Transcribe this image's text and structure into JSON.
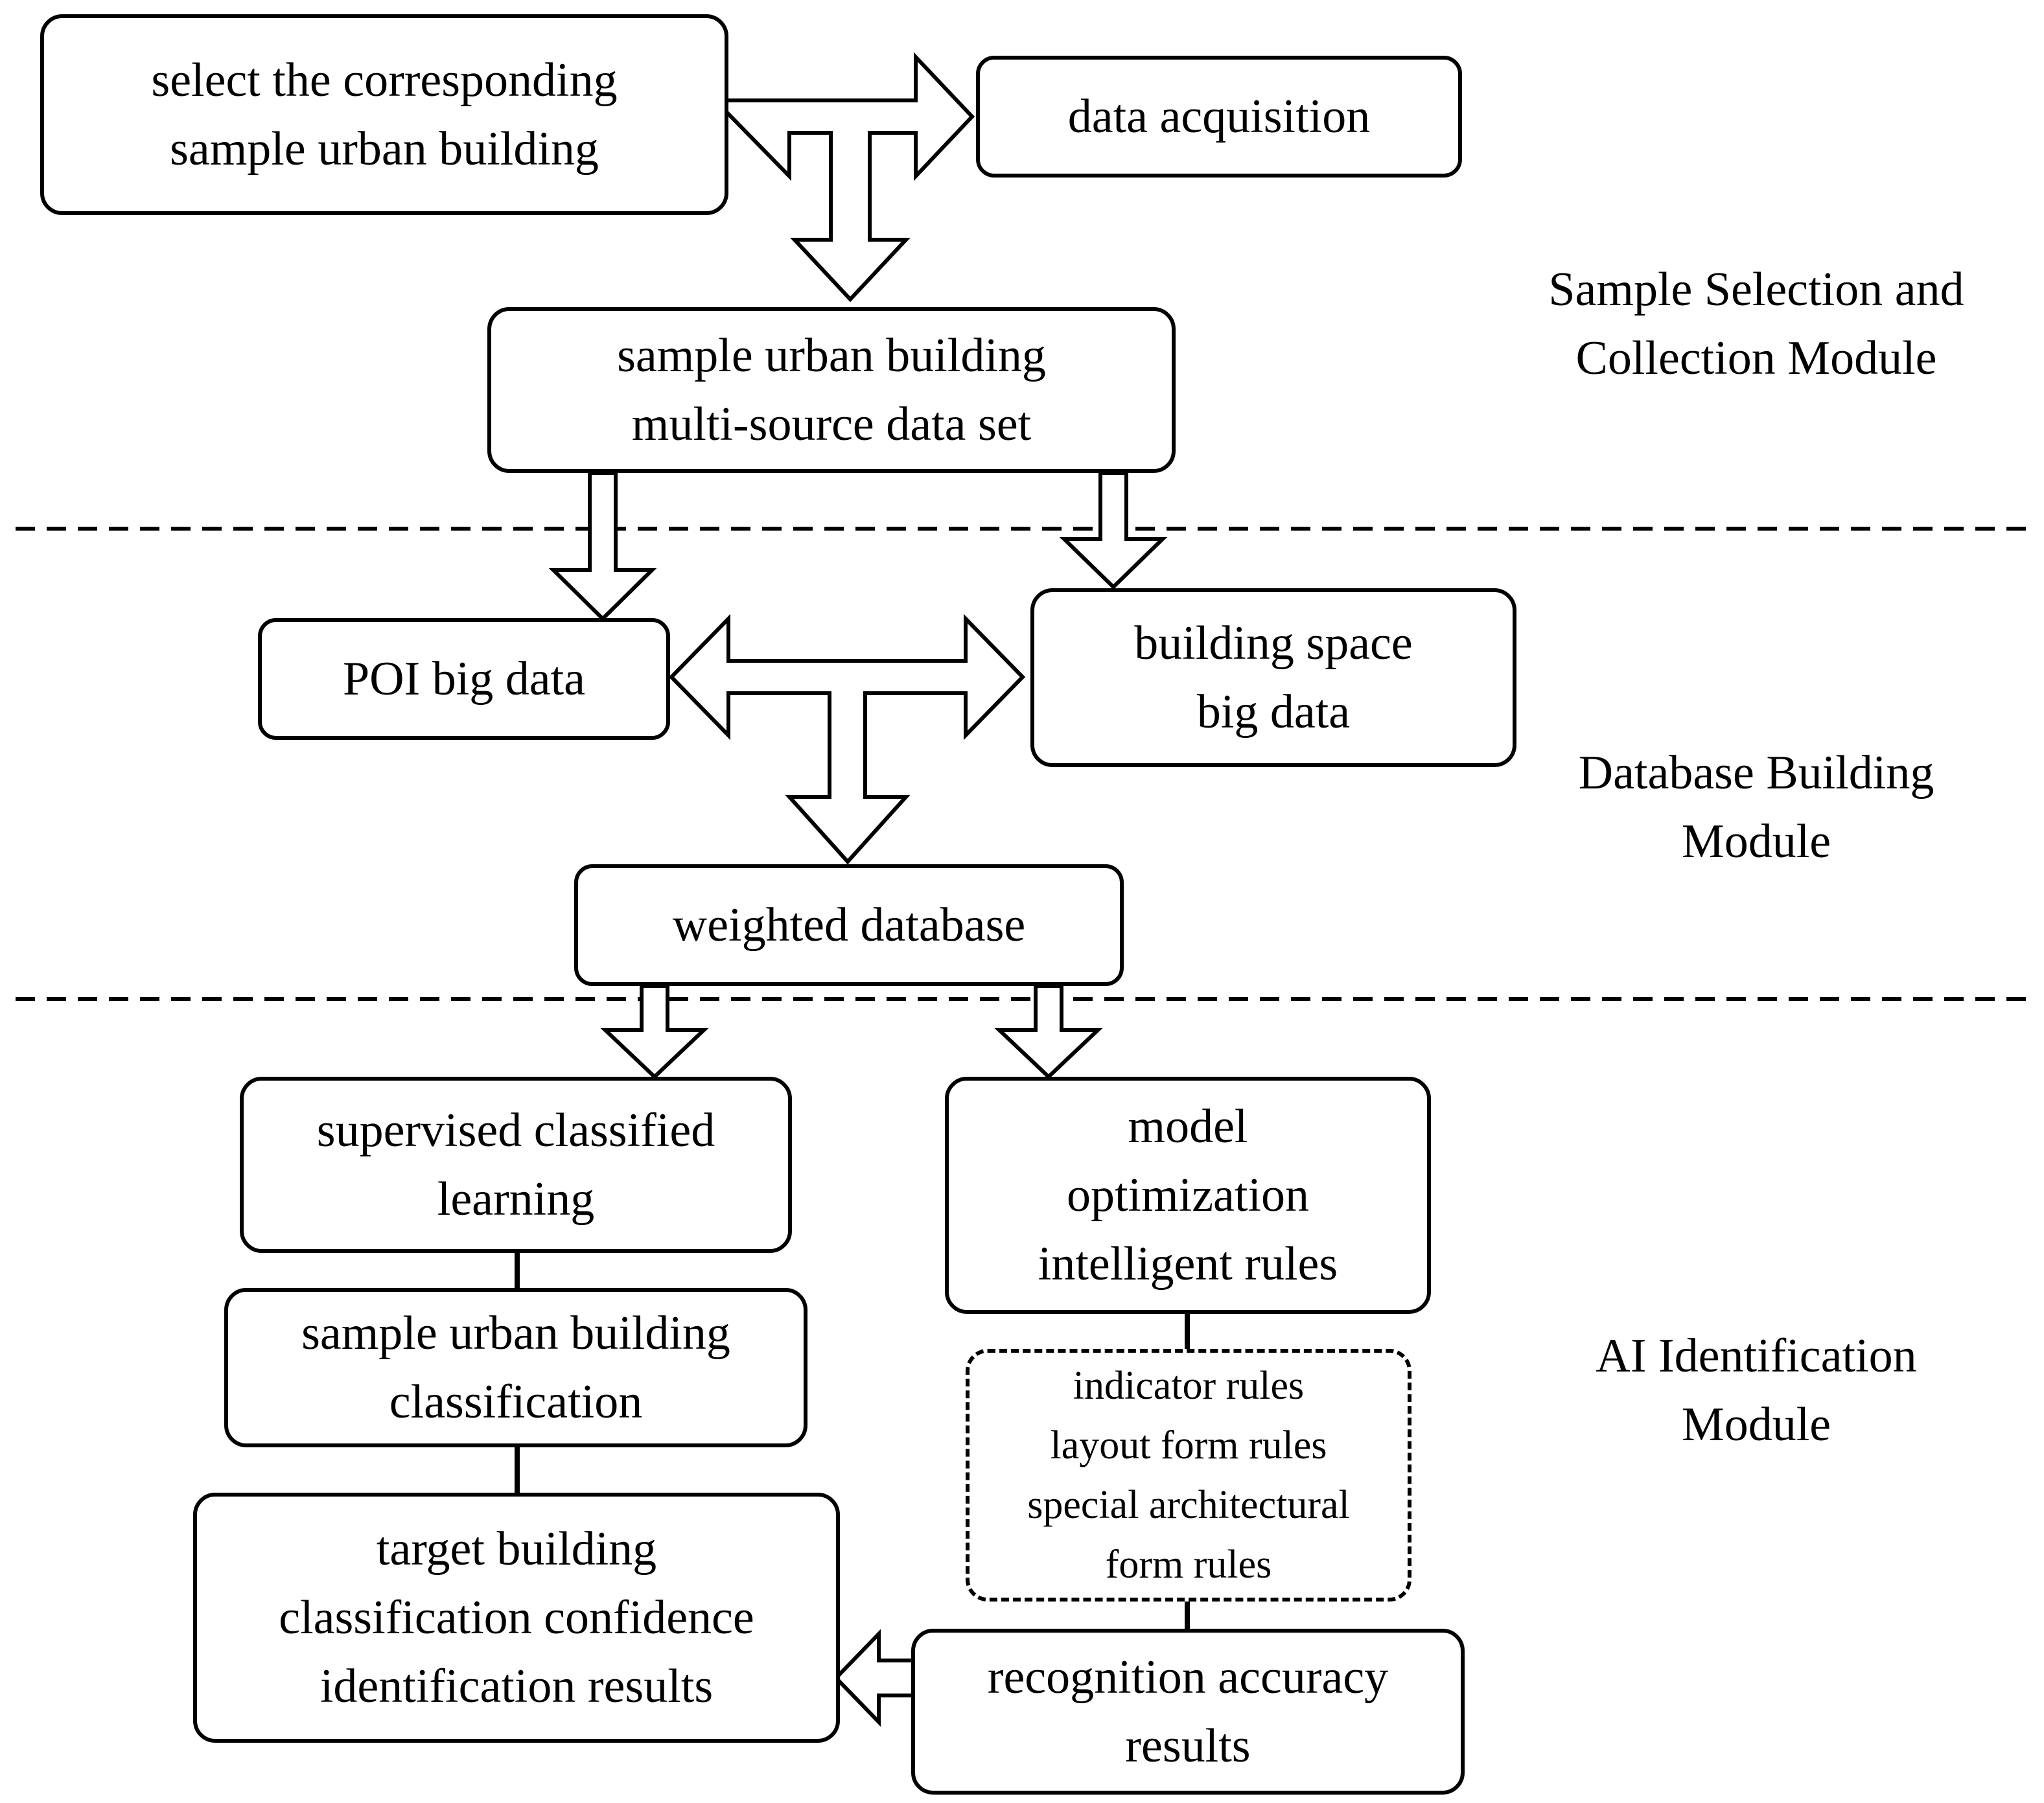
{
  "boxes": {
    "select_sample": [
      "select the corresponding",
      "sample urban building"
    ],
    "data_acquisition": [
      "data acquisition"
    ],
    "multi_source": [
      "sample urban building",
      "multi-source data set"
    ],
    "poi": [
      "POI big data"
    ],
    "building_space": [
      "building space",
      "big data"
    ],
    "weighted_db": [
      "weighted database"
    ],
    "supervised": [
      "supervised classified",
      "learning"
    ],
    "sample_classification": [
      "sample urban building",
      "classification"
    ],
    "target_results": [
      "target building",
      "classification confidence",
      "identification results"
    ],
    "model_opt": [
      "model",
      "optimization",
      "intelligent rules"
    ],
    "rules": [
      "indicator rules",
      "layout form rules",
      "special architectural",
      "form rules"
    ],
    "recognition": [
      "recognition accuracy",
      "results"
    ]
  },
  "modules": {
    "sample_selection": [
      "Sample Selection and",
      "Collection Module"
    ],
    "database_building": [
      "Database Building",
      "Module"
    ],
    "ai_identification": [
      "AI Identification",
      "Module"
    ]
  }
}
